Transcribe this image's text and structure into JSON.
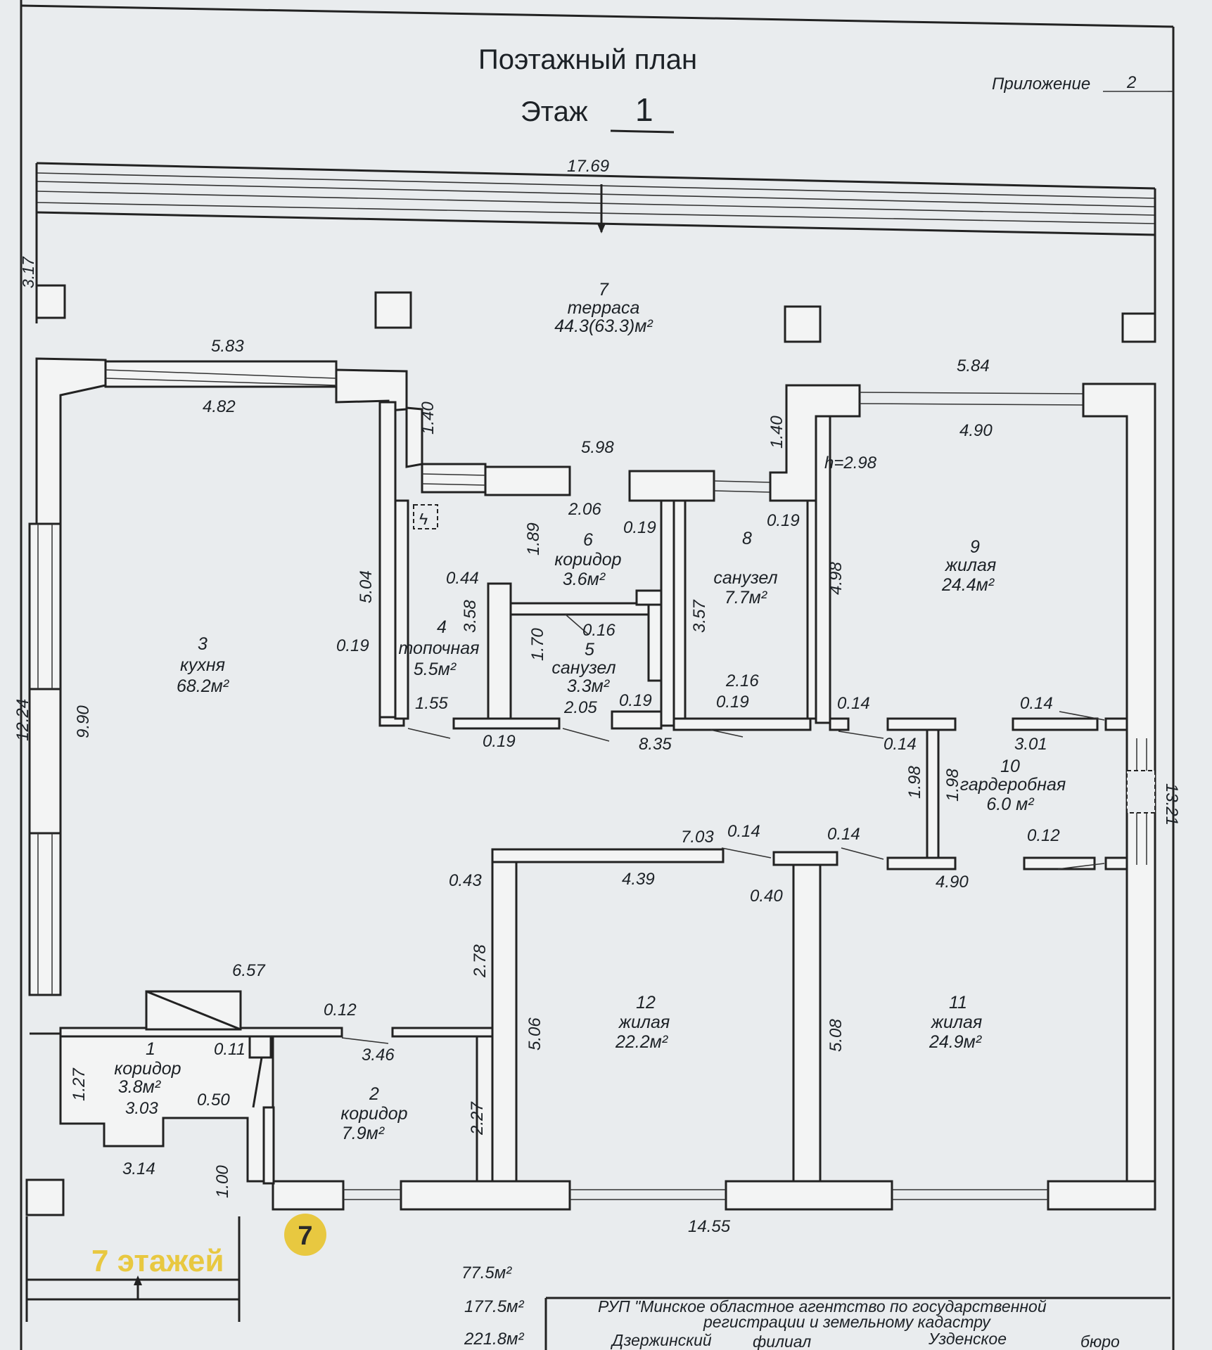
{
  "header": {
    "title": "Поэтажный план",
    "floor_label": "Этаж",
    "floor_number": "1",
    "appendix_label": "Приложение",
    "appendix_number": "2"
  },
  "rooms": [
    {
      "num": "1",
      "name": "коридор",
      "area": "3.8м²"
    },
    {
      "num": "2",
      "name": "коридор",
      "area": "7.9м²"
    },
    {
      "num": "3",
      "name": "кухня",
      "area": "68.2м²"
    },
    {
      "num": "4",
      "name": "топочная",
      "area": "5.5м²"
    },
    {
      "num": "5",
      "name": "санузел",
      "area": "3.3м²"
    },
    {
      "num": "6",
      "name": "коридор",
      "area": "3.6м²"
    },
    {
      "num": "7",
      "name": "терраса",
      "area": "44.3(63.3)м²"
    },
    {
      "num": "8",
      "name": "санузел",
      "area": "7.7м²"
    },
    {
      "num": "9",
      "name": "жилая",
      "area": "24.4м²"
    },
    {
      "num": "10",
      "name": "гардеробная",
      "area": "6.0 м²"
    },
    {
      "num": "11",
      "name": "жилая",
      "area": "24.9м²"
    },
    {
      "num": "12",
      "name": "жилая",
      "area": "22.2м²"
    }
  ],
  "dimensions": {
    "d17_69": "17.69",
    "d3_17": "3.17",
    "d5_83": "5.83",
    "d4_82": "4.82",
    "d1_40a": "1.40",
    "d5_98": "5.98",
    "d5_84": "5.84",
    "d1_40b": "1.40",
    "d4_90a": "4.90",
    "h": "h=2.98",
    "d2_06": "2.06",
    "d0_19a": "0.19",
    "d0_19b": "0.19",
    "d1_89": "1.89",
    "d0_44": "0.44",
    "d3_58": "3.58",
    "d5_04": "5.04",
    "d0_19c": "0.19",
    "d0_16": "0.16",
    "d1_70": "1.70",
    "d3_57": "3.57",
    "d4_98": "4.98",
    "d2_16": "2.16",
    "d0_19d": "0.19",
    "d0_19e": "0.19",
    "d1_55": "1.55",
    "d2_05": "2.05",
    "d0_14a": "0.14",
    "d0_14b": "0.14",
    "d0_19f": "0.19",
    "d8_35": "8.35",
    "d0_14c": "0.14",
    "d3_01": "3.01",
    "d1_98a": "1.98",
    "d1_98b": "1.98",
    "d12_24": "12.24",
    "d9_90": "9.90",
    "d13_21": "13.21",
    "d7_03": "7.03",
    "d0_14d": "0.14",
    "d0_14e": "0.14",
    "d0_12a": "0.12",
    "d0_43": "0.43",
    "d4_39": "4.39",
    "d0_40": "0.40",
    "d4_90b": "4.90",
    "d2_78": "2.78",
    "d6_57": "6.57",
    "d0_12b": "0.12",
    "d0_11": "0.11",
    "d3_46": "3.46",
    "d5_06": "5.06",
    "d5_08": "5.08",
    "d1_27": "1.27",
    "d3_03": "3.03",
    "d0_50": "0.50",
    "d2_27": "2.27",
    "d3_14": "3.14",
    "d1_00": "1.00",
    "d14_55": "14.55"
  },
  "totals": [
    "77.5м²",
    "177.5м²",
    "221.8м²"
  ],
  "stamp": {
    "line1": "РУП \"Минское областное агентство по государственной",
    "line2": "регистрации и земельному кадастру",
    "line3a": "Дзержинский",
    "line3b": "филиал",
    "line3c": "Узденское",
    "line3d": "бюро"
  },
  "watermark": {
    "text": "7 этажей",
    "badge": "7"
  }
}
